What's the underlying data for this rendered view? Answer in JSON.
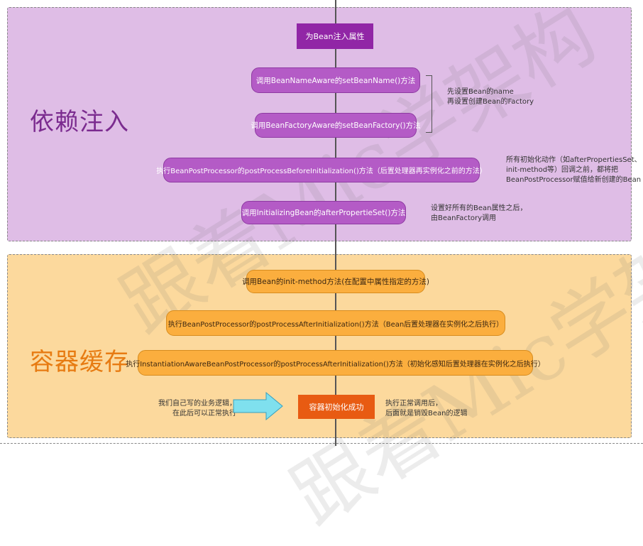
{
  "watermark": "跟着Mic学架构",
  "sections": {
    "di": {
      "label": "依赖注入"
    },
    "cache": {
      "label": "容器缓存"
    }
  },
  "steps": {
    "inject": "为Bean注入属性",
    "set_name": "调用BeanNameAware的setBeanName()方法",
    "set_factory": "调用BeanFactoryAware的setBeanFactory()方法",
    "before_init": "执行BeanPostProcessor的postProcessBeforeInitialization()方法（后置处理器再实例化之前的方法）",
    "after_props": "调用InitializingBean的afterPropertieSet()方法",
    "init_method": "调用Bean的init-method方法(在配置中属性指定的方法)",
    "after_init": "执行BeanPostProcessor的postProcessAfterInitialization()方法（Bean后置处理器在实例化之后执行）",
    "aware_after_init": "执行InstantiationAwareBeanPostProcessor的postProcessAfterInitialization()方法（初始化感知后置处理器在实例化之后执行）",
    "success": "容器初始化成功"
  },
  "notes": {
    "aware": [
      "先设置Bean的name",
      "再设置创建Bean的Factory"
    ],
    "before_init": [
      "所有初始化动作（如afterPropertiesSet、",
      "init-method等）回调之前，都将把",
      "BeanPostProcessor赋值给新创建的Bean"
    ],
    "after_props": [
      "设置好所有的Bean属性之后，",
      "由BeanFactory调用"
    ],
    "business": [
      "我们自己写的业务逻辑，",
      "在此后可以正常执行"
    ],
    "destroy": [
      "执行正常调用后，",
      "后面就是销毁Bean的逻辑"
    ]
  },
  "colors": {
    "di_bg": "#dfbde6",
    "cache_bg": "#fcd99d",
    "di_label": "#7b2b8f",
    "cache_label": "#e77b12",
    "arrow": "#7fe0ee"
  }
}
